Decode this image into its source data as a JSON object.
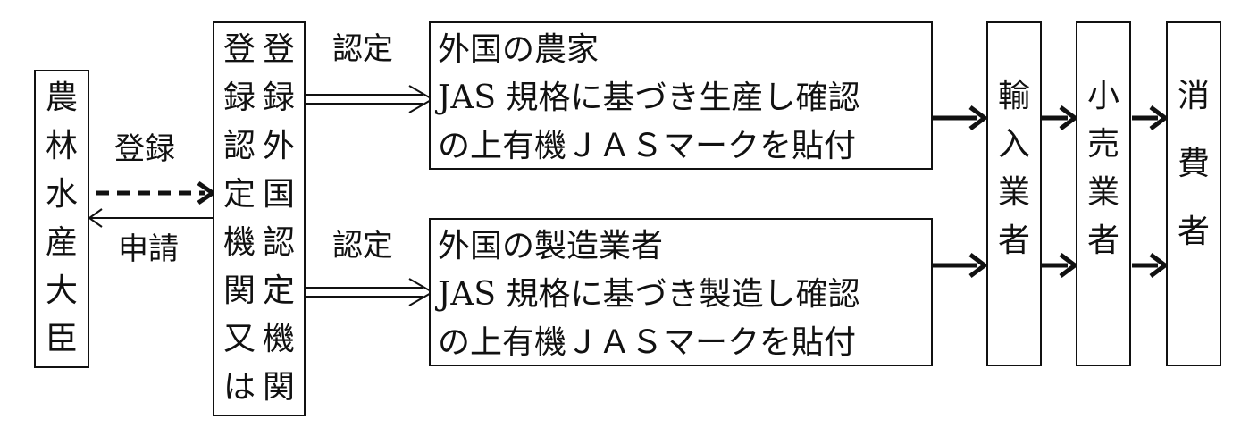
{
  "minister": {
    "chars": [
      "農",
      "林",
      "水",
      "産",
      "大",
      "臣"
    ]
  },
  "edge_labels": {
    "register": "登録",
    "apply": "申請",
    "certify_top": "認定",
    "certify_bottom": "認定"
  },
  "certification_body": {
    "col_left": [
      "登",
      "録",
      "認",
      "定",
      "機",
      "関",
      "又",
      "は"
    ],
    "col_right": [
      "登",
      "録",
      "外",
      "国",
      "認",
      "定",
      "機",
      "関"
    ]
  },
  "producers": {
    "farmer": {
      "lines": [
        "外国の農家",
        "JAS 規格に基づき生産し確認",
        "の上有機ＪＡＳマークを貼付"
      ]
    },
    "manufacturer": {
      "lines": [
        "外国の製造業者",
        "JAS 規格に基づき製造し確認",
        "の上有機ＪＡＳマークを貼付"
      ]
    }
  },
  "chain": {
    "importer": [
      "輸",
      "入",
      "業",
      "者"
    ],
    "retailer": [
      "小",
      "売",
      "業",
      "者"
    ],
    "consumer": [
      "消",
      "費",
      "者"
    ]
  },
  "colors": {
    "ink": "#111111",
    "background": "#ffffff"
  }
}
